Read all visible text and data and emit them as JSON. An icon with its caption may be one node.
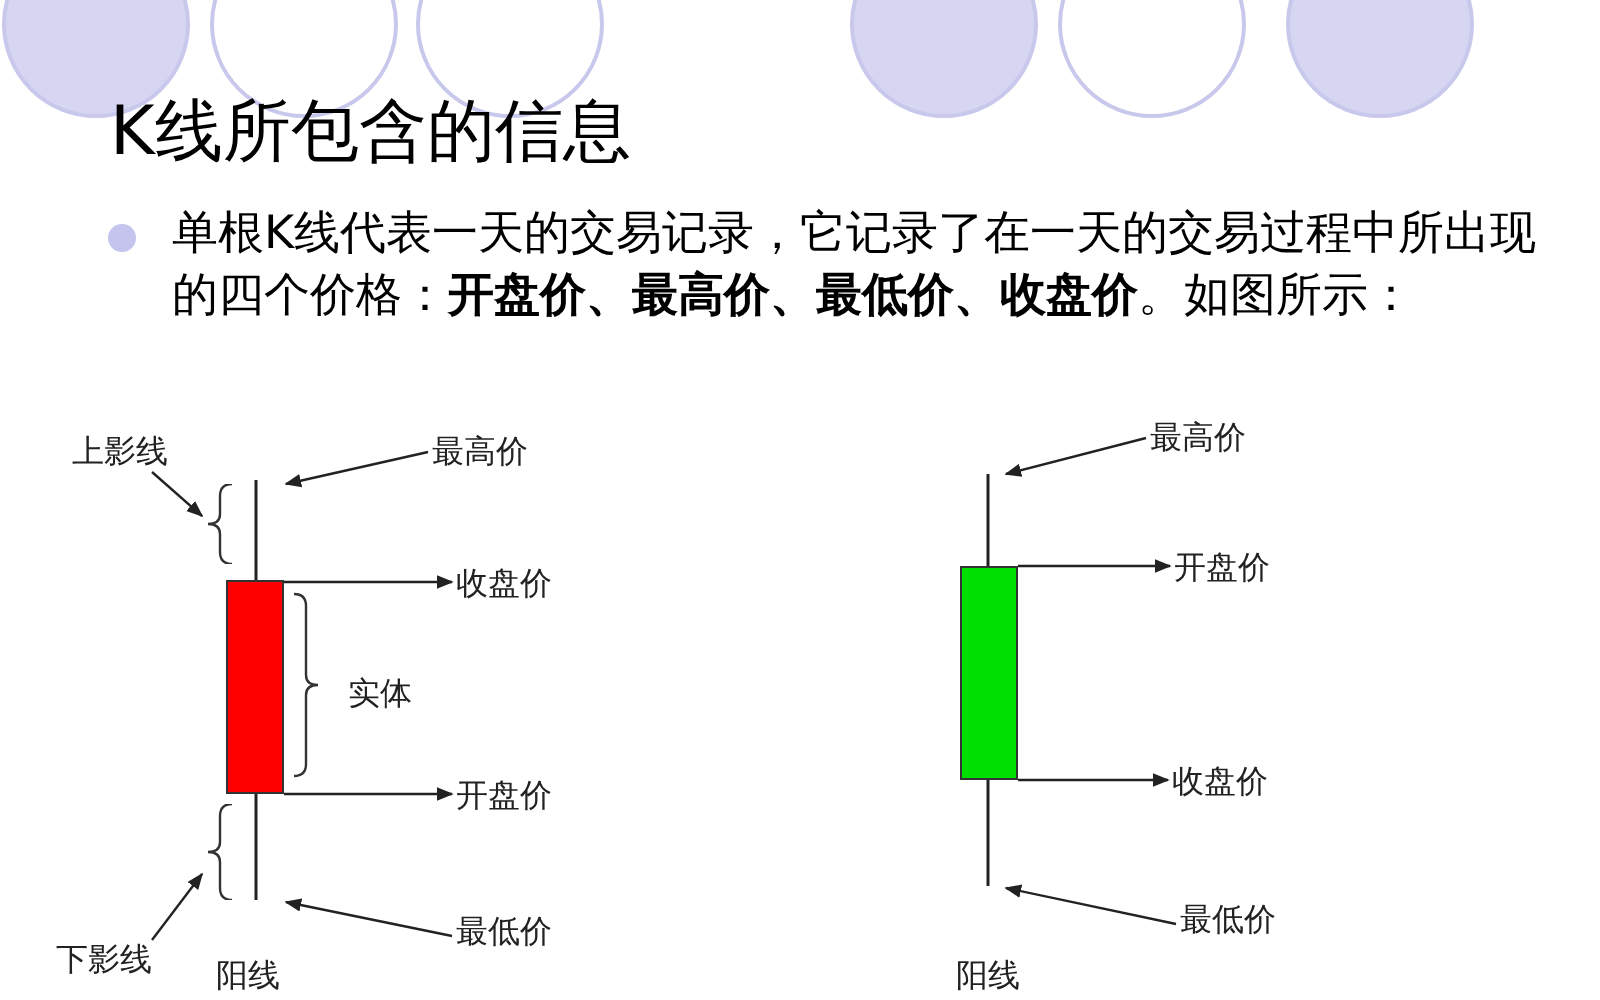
{
  "diagram": {
    "title": "K线所包含的信息",
    "nodes": [
      {
        "text": [
          "上影线"
        ]
      },
      {
        "text": [
          "最高价"
        ]
      },
      {
        "text": [],
        "shape": "box"
      },
      {
        "text": [
          "收盘价"
        ]
      },
      {
        "text": [
          "开盘价"
        ]
      },
      {
        "text": [
          "下影线"
        ]
      },
      {
        "text": [
          "最低价"
        ]
      },
      {
        "text": [
          "最高价"
        ]
      },
      {
        "text": [],
        "shape": "box"
      },
      {
        "text": [
          "开盘价"
        ]
      },
      {
        "text": [
          "收盘价"
        ]
      },
      {
        "text": [
          "最低价"
        ]
      },
      {
        "text": [],
        "shape": "bracket"
      },
      {
        "text": [],
        "shape": "bracket"
      }
    ],
    "edges": [
      {
        "from": 0,
        "to": 12,
        "arrow": "to"
      },
      {
        "from": 1,
        "to": null,
        "arrow": "to"
      },
      {
        "from": 2,
        "to": 3,
        "arrow": "to"
      },
      {
        "from": 2,
        "to": 4,
        "arrow": "to"
      },
      {
        "from": 5,
        "to": 13,
        "arrow": "to"
      },
      {
        "from": 6,
        "to": null,
        "arrow": "to"
      },
      {
        "from": 7,
        "to": null,
        "arrow": "to"
      },
      {
        "from": 8,
        "to": 9,
        "arrow": "to"
      },
      {
        "from": 8,
        "to": 10,
        "arrow": "to"
      },
      {
        "from": 11,
        "to": null,
        "arrow": "to"
      }
    ],
    "labels": [
      "单根K线代表一天的交易记录，它记录了在一天的交易过程中所出现的四个价格：**开盘价、最高价、最低价、收盘价**。如图所示：",
      "实体",
      "阳线",
      "阳线"
    ]
  }
}
